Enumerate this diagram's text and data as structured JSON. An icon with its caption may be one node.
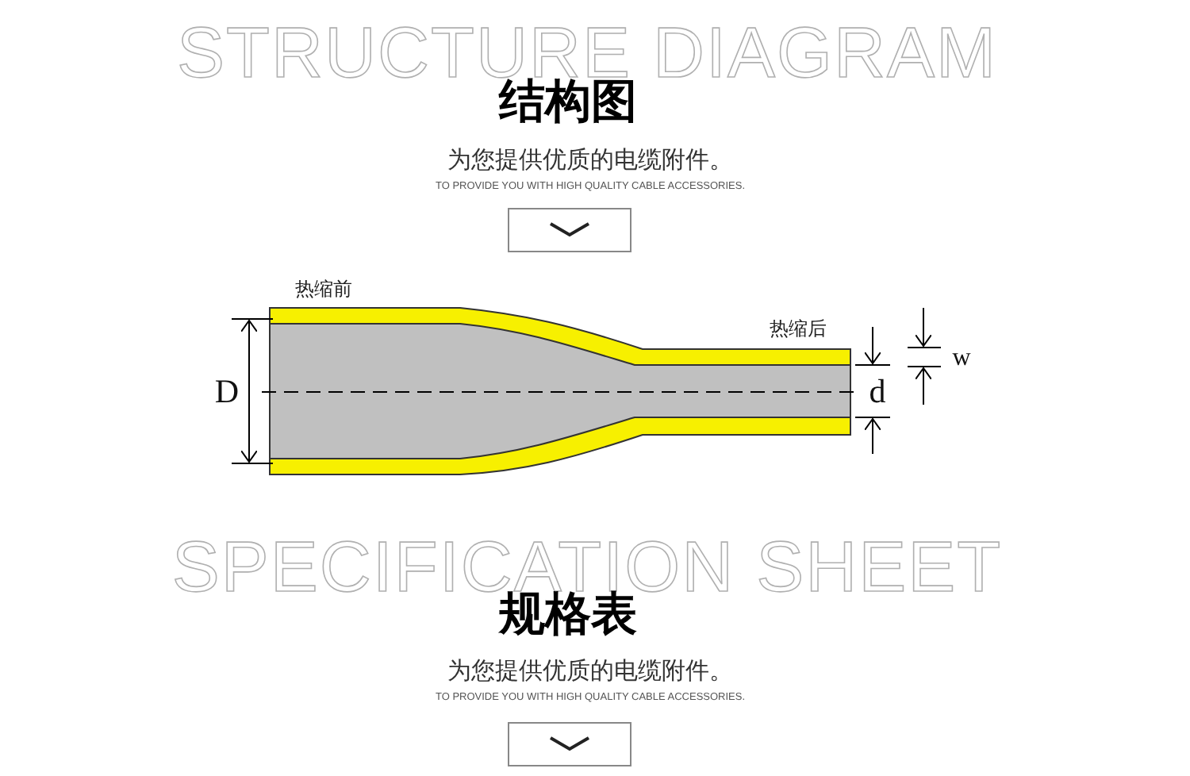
{
  "diagram": {
    "labels": [
      "STRUCTURE DIAGRAM",
      "结构图",
      "为您提供优质的电缆附件。",
      "TO PROVIDE YOU WITH HIGH QUALITY CABLE ACCESSORIES.",
      "热缩前",
      "热缩后",
      "D",
      "d",
      "w",
      "SPECIFICATION SHEET",
      "规格表",
      "为您提供优质的电缆附件。",
      "TO PROVIDE YOU WITH HIGH QUALITY CABLE ACCESSORIES."
    ]
  }
}
